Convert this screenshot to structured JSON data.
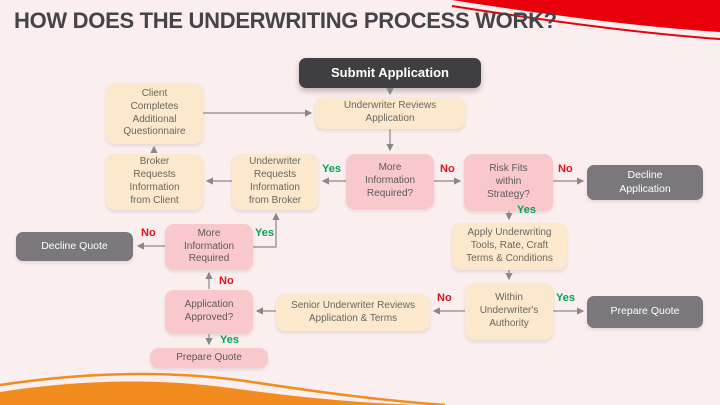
{
  "title": "HOW DOES THE UNDERWRITING PROCESS WORK?",
  "colors": {
    "background": "#FAEEEF",
    "accent_red_wave": "#E8000B",
    "accent_orange_wave": "#F28C1E",
    "node_dark": "#3F3E41",
    "node_gray": "#7A787C",
    "node_cream": "#FBE8CD",
    "node_pink": "#F8C8CC",
    "yes_green": "#00A651",
    "no_red": "#E1121B",
    "arrow_gray": "#8A888B"
  },
  "nodes": {
    "submit_application": {
      "label": "Submit Application",
      "type": "dark"
    },
    "underwriter_reviews": {
      "label": "Underwriter Reviews\nApplication",
      "type": "cream"
    },
    "client_completes": {
      "label": "Client\nCompletes\nAdditional\nQuestionnaire",
      "type": "cream"
    },
    "broker_requests": {
      "label": "Broker\nRequests\nInformation\nfrom Client",
      "type": "cream"
    },
    "underwriter_requests": {
      "label": "Underwriter\nRequests\nInformation\nfrom Broker",
      "type": "cream"
    },
    "more_info_required_q": {
      "label": "More\nInformation\nRequired?",
      "type": "pink"
    },
    "risk_fits": {
      "label": "Risk Fits\nwithin\nStrategy?",
      "type": "pink"
    },
    "decline_application": {
      "label": "Decline\nApplication",
      "type": "gray"
    },
    "apply_underwriting": {
      "label": "Apply Underwriting\nTools, Rate, Craft\nTerms & Conditions",
      "type": "cream"
    },
    "within_authority": {
      "label": "Within\nUnderwriter's\nAuthority",
      "type": "cream"
    },
    "prepare_quote_right": {
      "label": "Prepare Quote",
      "type": "gray"
    },
    "senior_underwriter": {
      "label": "Senior Underwriter Reviews\nApplication & Terms",
      "type": "cream"
    },
    "more_info_required": {
      "label": "More\nInformation\nRequired",
      "type": "pink"
    },
    "decline_quote": {
      "label": "Decline Quote",
      "type": "gray"
    },
    "application_approved": {
      "label": "Application\nApproved?",
      "type": "pink"
    },
    "prepare_quote_left": {
      "label": "Prepare Quote",
      "type": "pink"
    }
  },
  "edge_labels": [
    {
      "id": "yes-moreinfoq-to-underwriter-requests",
      "text": "Yes"
    },
    {
      "id": "no-moreinfoq-to-riskfits",
      "text": "No"
    },
    {
      "id": "no-riskfits-to-decline-application",
      "text": "No"
    },
    {
      "id": "yes-riskfits-to-apply-underwriting",
      "text": "Yes"
    },
    {
      "id": "no-moreinfo-to-decline-quote",
      "text": "No"
    },
    {
      "id": "yes-moreinfo-to-underwriter-requests",
      "text": "Yes"
    },
    {
      "id": "no-appapproved-to-moreinfo",
      "text": "No"
    },
    {
      "id": "no-withinauth-to-senior",
      "text": "No"
    },
    {
      "id": "yes-withinauth-to-prepare-quote",
      "text": "Yes"
    },
    {
      "id": "yes-appapproved-to-prepare-quote",
      "text": "Yes"
    }
  ]
}
